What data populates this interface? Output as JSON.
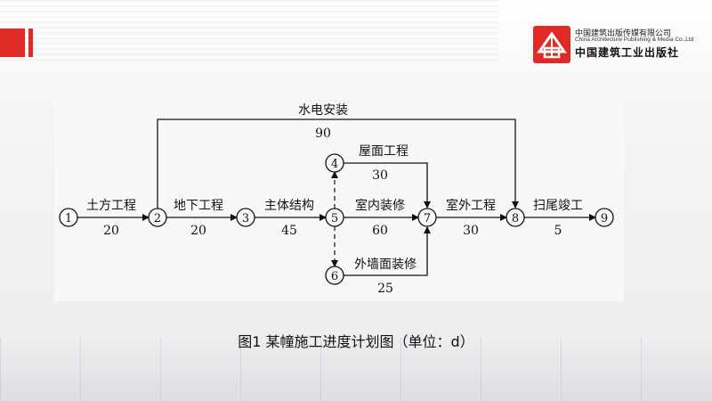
{
  "logo": {
    "cn_name": "中国建筑出版传媒有限公司",
    "en_name": "China Architecture Publishing & Media Co.,Ltd",
    "calligraphy": "中国建筑工业出版社"
  },
  "diagram": {
    "nodes": [
      {
        "id": "n1",
        "label": "1"
      },
      {
        "id": "n2",
        "label": "2"
      },
      {
        "id": "n3",
        "label": "3"
      },
      {
        "id": "n4",
        "label": "4"
      },
      {
        "id": "n5",
        "label": "5"
      },
      {
        "id": "n6",
        "label": "6"
      },
      {
        "id": "n7",
        "label": "7"
      },
      {
        "id": "n8",
        "label": "8"
      },
      {
        "id": "n9",
        "label": "9"
      }
    ],
    "activities": [
      {
        "from": "1",
        "to": "2",
        "name": "土方工程",
        "duration": "20"
      },
      {
        "from": "2",
        "to": "3",
        "name": "地下工程",
        "duration": "20"
      },
      {
        "from": "3",
        "to": "5",
        "name": "主体结构",
        "duration": "45"
      },
      {
        "from": "5",
        "to": "7",
        "name": "室内装修",
        "duration": "60"
      },
      {
        "from": "4",
        "to": "7",
        "name": "屋面工程",
        "duration": "30"
      },
      {
        "from": "6",
        "to": "7",
        "name": "外墙面装修",
        "duration": "25"
      },
      {
        "from": "7",
        "to": "8",
        "name": "室外工程",
        "duration": "30"
      },
      {
        "from": "8",
        "to": "9",
        "name": "扫尾竣工",
        "duration": "5"
      },
      {
        "from": "2",
        "to": "8",
        "name": "水电安装",
        "duration": "90"
      }
    ]
  },
  "caption": "图1 某幢施工进度计划图（单位：d）"
}
